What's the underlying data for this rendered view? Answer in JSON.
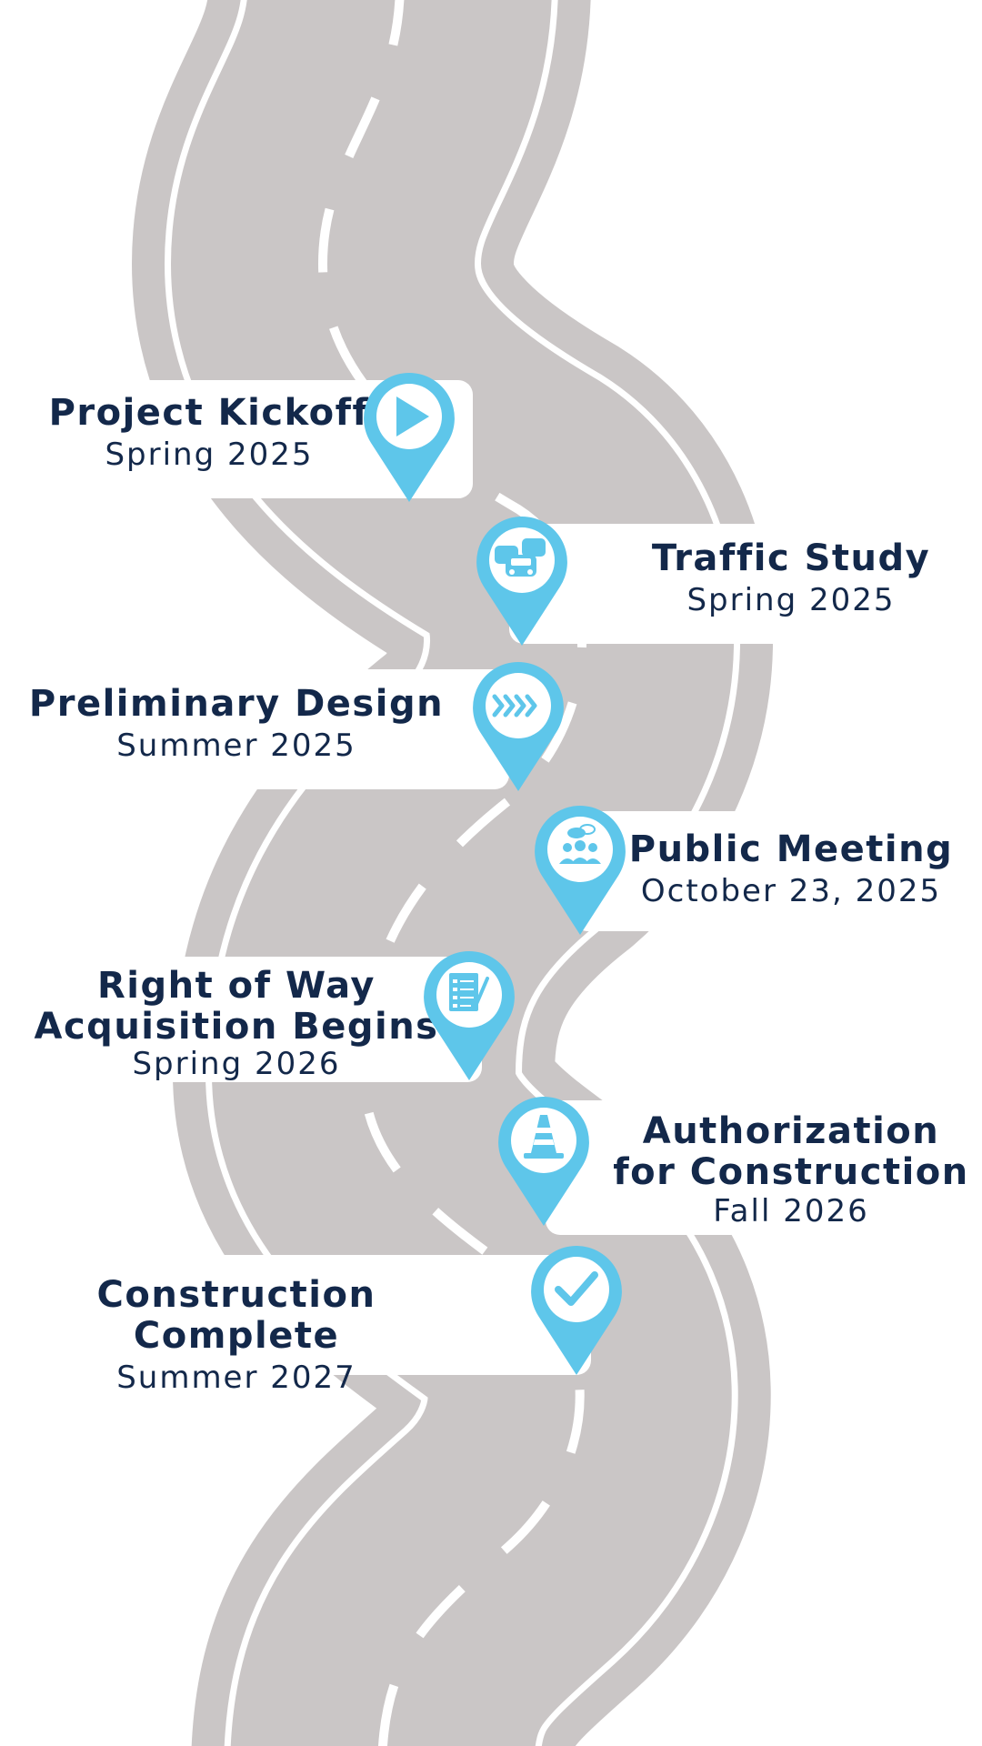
{
  "colors": {
    "road": "#cac6c6",
    "lane": "#ffffff",
    "pin": "#5ec6ea",
    "text": "#13284a"
  },
  "milestones": [
    {
      "title": "Project Kickoff",
      "date": "Spring 2025",
      "icon": "play-icon"
    },
    {
      "title": "Traffic Study",
      "date": "Spring 2025",
      "icon": "cars-icon"
    },
    {
      "title": "Preliminary Design",
      "date": "Summer 2025",
      "icon": "chevrons-icon"
    },
    {
      "title": "Public Meeting",
      "date": "October 23, 2025",
      "icon": "people-icon"
    },
    {
      "title_lines": [
        "Right of Way",
        "Acquisition Begins"
      ],
      "date": "Spring 2026",
      "icon": "checklist-icon"
    },
    {
      "title_lines": [
        "Authorization",
        "for Construction"
      ],
      "date": "Fall 2026",
      "icon": "traffic-cone-icon"
    },
    {
      "title": "Construction Complete",
      "date": "Summer 2027",
      "icon": "checkmark-icon"
    }
  ]
}
